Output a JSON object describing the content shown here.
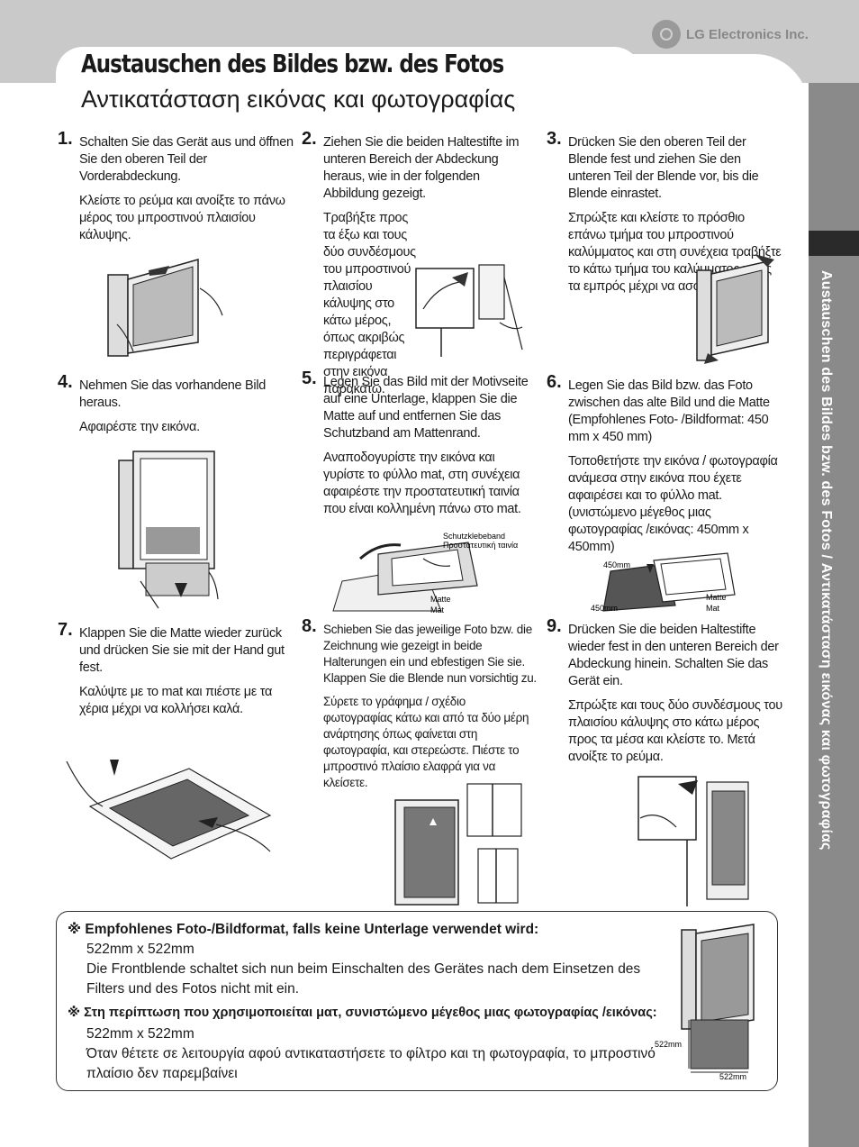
{
  "brand": "LG Electronics Inc.",
  "title_de": "Austauschen des Bildes bzw. des Fotos",
  "title_gr": "Αντικατάσταση εικόνας και φωτογραφίας",
  "sidebar_text": "Austauschen des Bildes bzw. des Fotos / Αντικατάσταση εικόνας και φωτογραφίας",
  "steps": [
    {
      "num": "1.",
      "de": "Schalten Sie das Gerät aus und öffnen Sie den oberen Teil der Vorderabdeckung.",
      "gr": "Κλείστε το ρεύμα και ανοίξτε το πάνω μέρος του μπροστινού πλαισίου κάλυψης."
    },
    {
      "num": "2.",
      "de": "Ziehen Sie die beiden Haltestifte im unteren Bereich der Abdeckung heraus, wie in der folgenden Abbildung gezeigt.",
      "gr": "Τραβήξτε προς τα έξω και τους δύο συνδέσμους του μπροστινού πλαισίου κάλυψης στο κάτω μέρος, όπως ακριβώς περιγράφεται στην εικόνα παρακάτω."
    },
    {
      "num": "3.",
      "de": "Drücken Sie den oberen Teil der Blende fest und ziehen Sie den unteren Teil der Blende vor, bis die Blende einrastet.",
      "gr": "Σπρώξτε και κλείστε το πρόσθιο επάνω τμήμα του μπροστινού καλύμματος και στη συνέχεια τραβήξτε το κάτω τμήμα του καλύμματος προς τα εμπρός μέχρι να ασφαλίσει."
    },
    {
      "num": "4.",
      "de": "Nehmen Sie das vorhandene Bild heraus.",
      "gr": "Αφαιρέστε την εικόνα."
    },
    {
      "num": "5.",
      "de": "Legen Sie das Bild mit der Motivseite auf eine Unterlage, klappen Sie die Matte auf und entfernen Sie das Schutzband am Mattenrand.",
      "gr": "Αναποδογυρίστε την εικόνα και γυρίστε το φύλλο mat, στη συνέχεια αφαιρέστε την προστατευτική ταινία που είναι κολλημένη πάνω στο mat."
    },
    {
      "num": "6.",
      "de": "Legen Sie das Bild bzw. das Foto zwischen das alte Bild und die Matte (Empfohlenes Foto- /Bildformat: 450 mm x 450 mm)",
      "gr": "Τοποθετήστε την εικόνα / φωτογραφία ανάμεσα στην εικόνα που έχετε αφαιρέσει και το φύλλο mat. (υνιστώμενο μέγεθος μιας φωτογραφίας /εικόνας: 450mm x 450mm)"
    },
    {
      "num": "7.",
      "de": "Klappen Sie die Matte wieder zurück und drücken Sie sie mit der Hand gut fest.",
      "gr": "Καλύψτε με το mat και πιέστε με τα χέρια μέχρι να κολλήσει καλά."
    },
    {
      "num": "8.",
      "de": "Schieben Sie das jeweilige Foto bzw. die Zeichnung wie gezeigt in beide Halterungen ein und ebfestigen Sie sie. Klappen Sie die Blende nun vorsichtig zu.",
      "gr": "Σύρετε το γράφημα / σχέδιο φωτογραφίας κάτω και από τα δύο μέρη ανάρτησης όπως φαίνεται στη φωτογραφία, και στερεώστε. Πιέστε το μπροστινό πλαίσιο ελαφρά για να κλείσετε."
    },
    {
      "num": "9.",
      "de": "Drücken Sie die beiden Haltestifte wieder fest in den unteren Bereich der Abdeckung hinein. Schalten Sie das Gerät ein.",
      "gr": "Σπρώξτε και τους δύο συνδέσμους του πλαισίου κάλυψης στο κάτω μέρος προς τα μέσα και κλείστε το. Μετά ανοίξτε το ρεύμα."
    }
  ],
  "labels": {
    "schutzklebeband": "Schutzklebeband",
    "protective_tape_gr": "Προστατευτική ταινία",
    "matte": "Matte",
    "mat": "Mat",
    "size_450": "450mm",
    "size_522": "522mm"
  },
  "note": {
    "head_de": "※ Empfohlenes Foto-/Bildformat, falls keine Unterlage verwendet wird:",
    "size_de": "522mm x 522mm",
    "body_de": "Die Frontblende schaltet sich nun beim Einschalten des Gerätes nach dem Einsetzen des Filters und des Fotos nicht mit ein.",
    "head_gr": "※ Στη περίπτωση που χρησιμοποιείται ματ, συνιστώμενο μέγεθος μιας φωτογραφίας /εικόνας:",
    "size_gr": "522mm x 522mm",
    "body_gr": "Όταν θέτετε σε λειτουργία αφού αντικαταστήσετε το φίλτρο και τη φωτογραφία, το μπροστινό πλαίσιο δεν παρεμβαίνει"
  }
}
